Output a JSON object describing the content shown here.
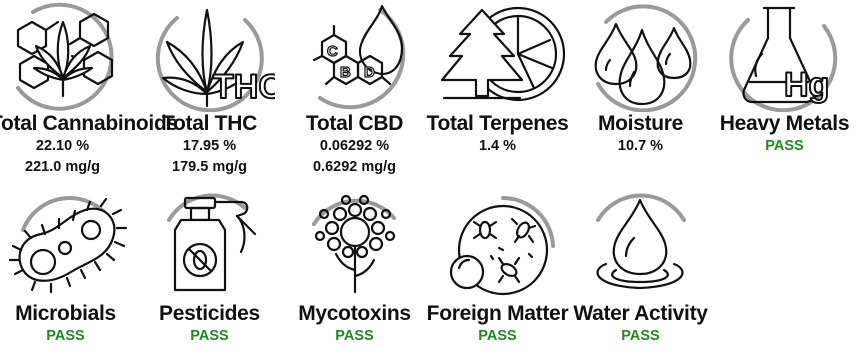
{
  "row1": [
    {
      "name": "Total Cannabinoids",
      "icon": "cannabis-molecule-icon",
      "lines": [
        "22.10 %",
        "221.0 mg/g"
      ]
    },
    {
      "name": "Total THC",
      "icon": "thc-leaf-icon",
      "lines": [
        "17.95 %",
        "179.5 mg/g"
      ]
    },
    {
      "name": "Total CBD",
      "icon": "cbd-molecule-icon",
      "lines": [
        "0.06292 %",
        "0.6292 mg/g"
      ]
    },
    {
      "name": "Total Terpenes",
      "icon": "tree-citrus-icon",
      "lines": [
        "1.4 %"
      ]
    },
    {
      "name": "Moisture",
      "icon": "water-drops-icon",
      "lines": [
        "10.7 %"
      ]
    },
    {
      "name": "Heavy Metals",
      "icon": "flask-hg-icon",
      "lines": [
        "PASS"
      ]
    }
  ],
  "row2": [
    {
      "name": "Microbials",
      "icon": "microbe-icon",
      "lines": [
        "PASS"
      ]
    },
    {
      "name": "Pesticides",
      "icon": "spray-bottle-icon",
      "lines": [
        "PASS"
      ]
    },
    {
      "name": "Mycotoxins",
      "icon": "mold-spores-icon",
      "lines": [
        "PASS"
      ]
    },
    {
      "name": "Foreign Matter",
      "icon": "petri-dish-bugs-icon",
      "lines": [
        "PASS"
      ]
    },
    {
      "name": "Water Activity",
      "icon": "water-drop-ripple-icon",
      "lines": [
        "PASS"
      ]
    }
  ],
  "icon_text": {
    "thc": "THC",
    "hg": "Hg",
    "c": "C",
    "b": "B",
    "d": "D"
  },
  "colors": {
    "pass": "#1f8a1f",
    "ring": "#9a9a9a"
  }
}
